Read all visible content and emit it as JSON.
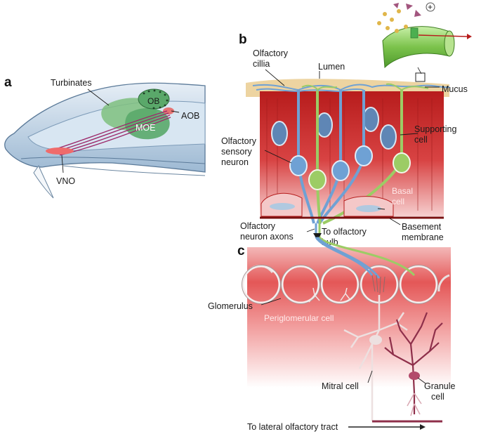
{
  "panels": {
    "a": {
      "letter": "a",
      "labels": {
        "turbinates": "Turbinates",
        "ob": "OB",
        "aob": "AOB",
        "moe": "MOE",
        "vno": "VNO"
      }
    },
    "b": {
      "letter": "b",
      "labels": {
        "cilia_1": "Olfactory",
        "cilia_2": "cillia",
        "lumen": "Lumen",
        "mucus": "Mucus",
        "supporting_1": "Supporting",
        "supporting_2": "cell",
        "sensory_1": "Olfactory",
        "sensory_2": "sensory",
        "sensory_3": "neuron",
        "basal_1": "Basal",
        "basal_2": "cell",
        "axons_1": "Olfactory",
        "axons_2": "neuron axons",
        "to_bulb_1": "To olfactory",
        "to_bulb_2": "bulb",
        "basement_1": "Basement",
        "basement_2": "membrane",
        "plus": "+"
      }
    },
    "c": {
      "letter": "c",
      "labels": {
        "glomerulus": "Glomerulus",
        "periglomerular": "Periglomerular cell",
        "mitral": "Mitral cell",
        "granule_1": "Granule",
        "granule_2": "cell",
        "lateral_tract": "To lateral olfactory tract"
      }
    }
  },
  "colors": {
    "tissue_red": "#c42a2a",
    "tissue_light": "#ef9a9a",
    "neuron_blue": "#5a8fc7",
    "neuron_green": "#8bc34a",
    "mitral_stroke": "#e8d5d5",
    "granule_stroke": "#8e2f4a",
    "skull_blue": "#a9c4dc"
  }
}
